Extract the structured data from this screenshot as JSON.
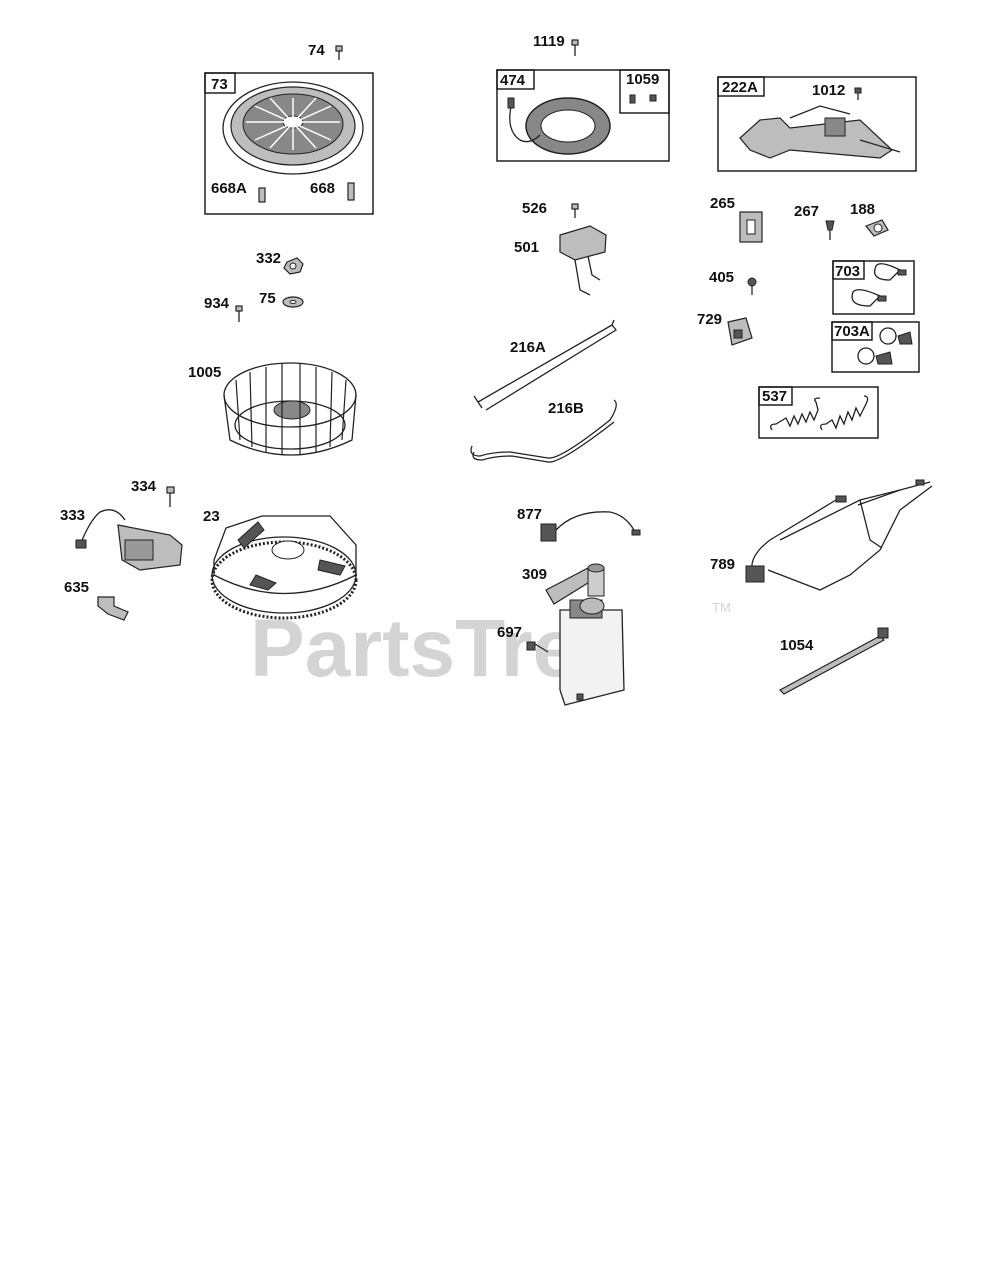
{
  "watermark": {
    "text": "PartsTree",
    "trademark": "TM"
  },
  "parts": [
    {
      "id": "74"
    },
    {
      "id": "73"
    },
    {
      "id": "668A"
    },
    {
      "id": "668"
    },
    {
      "id": "332"
    },
    {
      "id": "934"
    },
    {
      "id": "75"
    },
    {
      "id": "1005"
    },
    {
      "id": "334"
    },
    {
      "id": "333"
    },
    {
      "id": "23"
    },
    {
      "id": "635"
    },
    {
      "id": "1119"
    },
    {
      "id": "474"
    },
    {
      "id": "1059"
    },
    {
      "id": "526"
    },
    {
      "id": "501"
    },
    {
      "id": "216A"
    },
    {
      "id": "216B"
    },
    {
      "id": "877"
    },
    {
      "id": "309"
    },
    {
      "id": "697"
    },
    {
      "id": "222A"
    },
    {
      "id": "1012"
    },
    {
      "id": "265"
    },
    {
      "id": "267"
    },
    {
      "id": "188"
    },
    {
      "id": "405"
    },
    {
      "id": "703"
    },
    {
      "id": "729"
    },
    {
      "id": "703A"
    },
    {
      "id": "537"
    },
    {
      "id": "789"
    },
    {
      "id": "1054"
    }
  ]
}
